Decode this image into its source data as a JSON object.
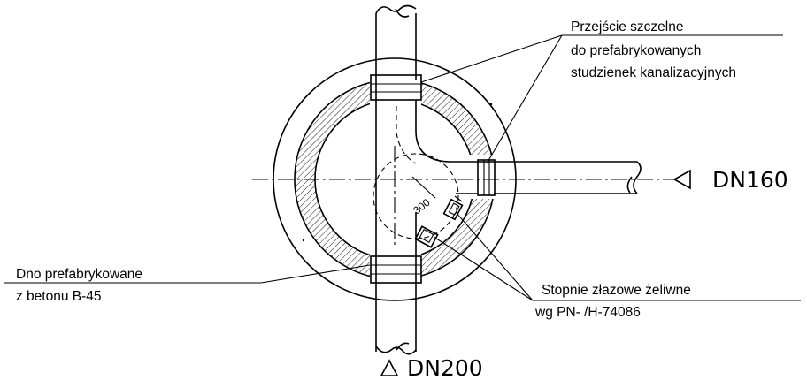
{
  "labels": {
    "seal_line1": "Przejście szczelne",
    "seal_line2": "do prefabrykowanych",
    "seal_line3": "studzienek kanalizacyjnych",
    "base_line1": "Dno prefabrykowane",
    "base_line2": "z betonu B-45",
    "steps_line1": "Stopnie złazowe żeliwne",
    "steps_line2": "wg PN- /H-74086",
    "dn_inlet": "DN160",
    "dn_main": "DN200",
    "dim_value": "300"
  },
  "colors": {
    "ink": "#000000",
    "background": "#ffffff"
  }
}
